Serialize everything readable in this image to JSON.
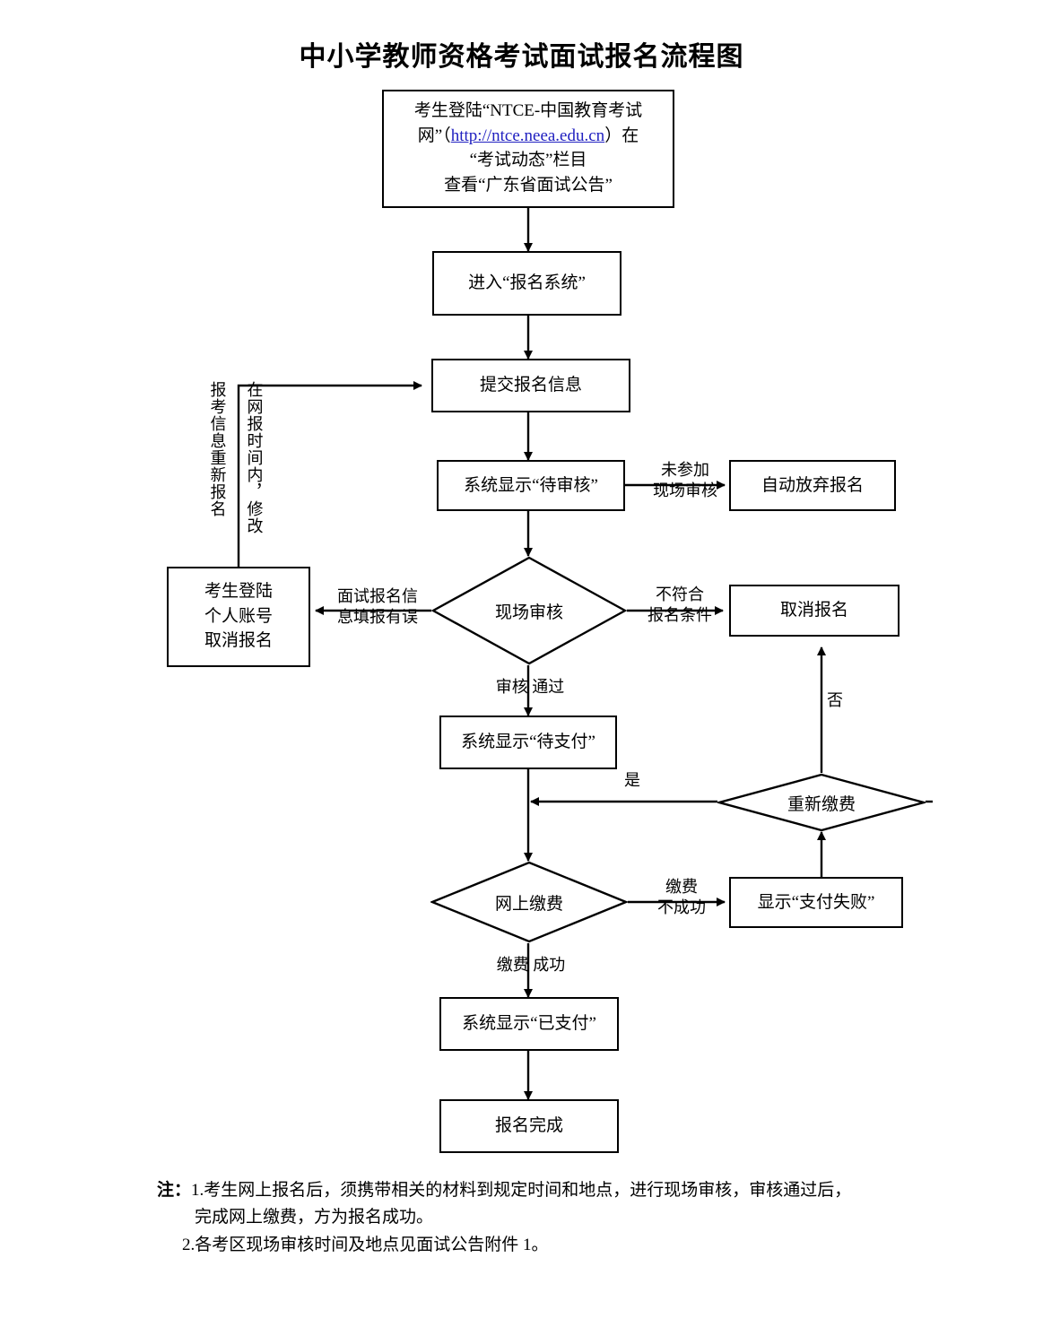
{
  "title": "中小学教师资格考试面试报名流程图",
  "nodes": {
    "start": {
      "line1": "考生登陆“NTCE-中国教育考试",
      "line2_pre": "网”（",
      "link": "http://ntce.neea.edu.cn",
      "line2_post": "）在",
      "line3": "“考试动态”栏目",
      "line4": "查看“广东省面试公告”"
    },
    "enter_system": "进入“报名系统”",
    "submit_info": "提交报名信息",
    "pending_review": "系统显示“待审核”",
    "auto_giveup": "自动放弃报名",
    "onsite_review": "现场审核",
    "cancel_signup_right": "取消报名",
    "candidate_cancel": {
      "line1": "考生登陆",
      "line2": "个人账号",
      "line3": "取消报名"
    },
    "pending_pay": "系统显示“待支付”",
    "repay": "重新缴费",
    "online_pay": "网上缴费",
    "pay_failed": "显示“支付失败”",
    "paid": "系统显示“已支付”",
    "finished": "报名完成"
  },
  "edge_labels": {
    "not_attend_onsite": "未参加\n现场审核",
    "not_meet_condition": "不符合\n报名条件",
    "info_wrong": "面试报名信\n息填报有误",
    "review_passed": "审核 通过",
    "no": "否",
    "yes": "是",
    "pay_unsuccessful": "缴费\n不成功",
    "pay_success": "缴费 成功",
    "reapply_vertical": "报考信息重新报名",
    "modify_vertical": "在网报时间内，修改"
  },
  "notes": {
    "label": "注：",
    "item1_a": "1.考生网上报名后，须携带相关的材料到规定时间和地点，进行现场审核，审核通过后，",
    "item1_b": "完成网上缴费，方为报名成功。",
    "item2": "2.各考区现场审核时间及地点见面试公告附件 1。"
  },
  "colors": {
    "stroke": "#000000",
    "background": "#ffffff",
    "link": "#2020c0"
  }
}
